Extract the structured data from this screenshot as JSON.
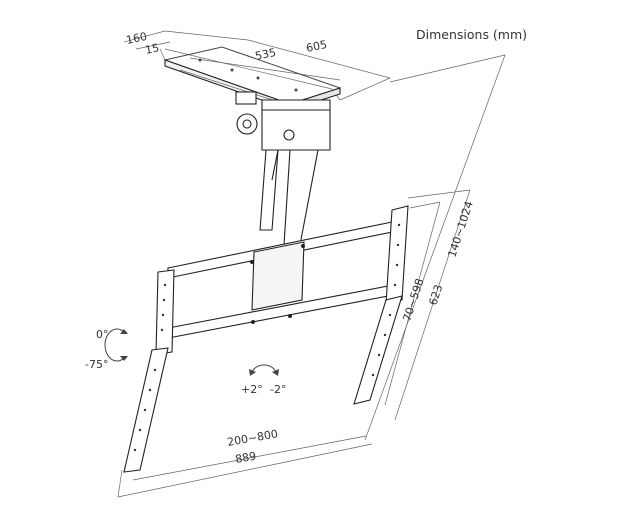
{
  "title": "Dimensions (mm)",
  "dimensions": {
    "plate_depth": "160",
    "plate_offset": "15",
    "plate_length": "605",
    "plate_inner": "535",
    "height_range": "140~1024",
    "bracket_height": "623",
    "vesa_vertical": "70~598",
    "vesa_horizontal": "200~800",
    "bracket_width": "889"
  },
  "rotation": {
    "tilt_top": "0°",
    "tilt_bottom": "-75°",
    "level_left": "+2°",
    "level_right": "-2°"
  },
  "colors": {
    "line": "#444444",
    "text": "#333333",
    "fill": "#ffffff"
  }
}
